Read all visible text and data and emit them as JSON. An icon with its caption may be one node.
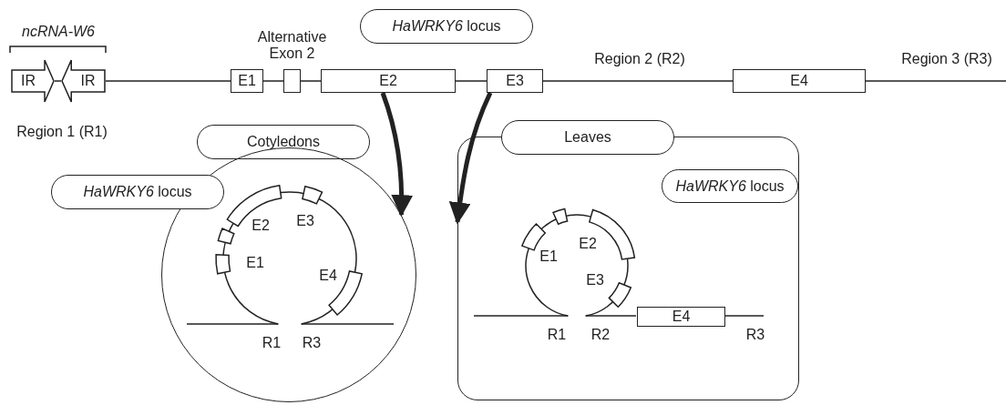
{
  "diagram": {
    "nodes": [
      {
        "text": [
          "*HaWRKY6* locus"
        ]
      },
      {
        "text": [
          "IR"
        ]
      },
      {
        "text": [
          "IR"
        ]
      },
      {
        "text": [
          "E1"
        ]
      },
      {
        "text": [],
        "shape": "box",
        "beside": [
          "Alternative Exon 2"
        ]
      },
      {
        "text": [
          "E2"
        ]
      },
      {
        "text": [
          "E3"
        ]
      },
      {
        "text": [
          "E4"
        ]
      },
      {
        "text": [
          "Cotyledons"
        ]
      },
      {
        "text": [],
        "shape": "circle"
      },
      {
        "text": [
          "*HaWRKY6* locus"
        ]
      },
      {
        "text": [],
        "shape": "box"
      },
      {
        "text": [
          "Leaves"
        ]
      },
      {
        "text": [
          "*HaWRKY6* locus"
        ],
        "in": 11
      },
      {
        "text": [
          "E4"
        ],
        "in": 11
      }
    ],
    "edges": [
      {
        "from": 1,
        "to": 2,
        "arrow": "none"
      },
      {
        "from": 2,
        "to": 3,
        "arrow": "none"
      },
      {
        "from": 3,
        "to": 4,
        "arrow": "none"
      },
      {
        "from": 4,
        "to": 5,
        "arrow": "none"
      },
      {
        "from": 5,
        "to": 6,
        "arrow": "none"
      },
      {
        "from": 6,
        "to": 7,
        "arrow": "none"
      },
      {
        "from": 7,
        "to": null,
        "arrow": "none"
      },
      {
        "from": 5,
        "to": 9,
        "arrow": "to",
        "style": "thick"
      },
      {
        "from": 6,
        "to": 11,
        "arrow": "to",
        "style": "thick"
      }
    ],
    "labels": [
      "ncRNA-W6",
      "Region 2 (R2)",
      "Region 3 (R3)",
      "Region 1 (R1)",
      "E2",
      "E3",
      "E1",
      "E4",
      "R1",
      "R3",
      "E1",
      "E2",
      "E3",
      "R1",
      "R2",
      "R3"
    ]
  }
}
